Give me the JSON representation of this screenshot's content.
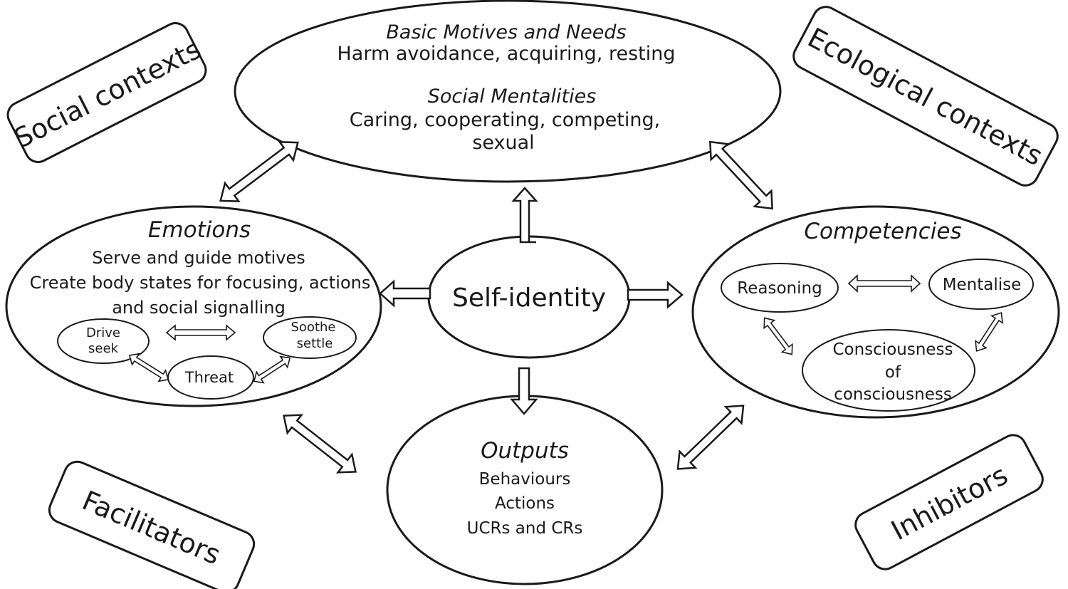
{
  "motives": {
    "title": "Basic Motives and Needs",
    "text": "Harm avoidance, acquiring, resting",
    "subtitle": "Social Mentalities",
    "line1": "Caring, cooperating, competing,",
    "line2": "sexual"
  },
  "emotions": {
    "title": "Emotions",
    "line1": "Serve and guide motives",
    "line2": "Create body states for focusing, actions",
    "line3": "and social signalling",
    "drive_1": "Drive",
    "drive_2": "seek",
    "soothe_1": "Soothe",
    "soothe_2": "settle",
    "threat": "Threat"
  },
  "self_identity": "Self-identity",
  "competencies": {
    "title": "Competencies",
    "reasoning": "Reasoning",
    "mentalise": "Mentalise",
    "consc_1": "Consciousness",
    "consc_2": "of",
    "consc_3": "consciousness"
  },
  "outputs": {
    "title": "Outputs",
    "line1": "Behaviours",
    "line2": "Actions",
    "line3": "UCRs and CRs"
  },
  "contexts": {
    "social": "Social contexts",
    "ecological": "Ecological contexts",
    "facilitators": "Facilitators",
    "inhibitors": "Inhibitors"
  }
}
